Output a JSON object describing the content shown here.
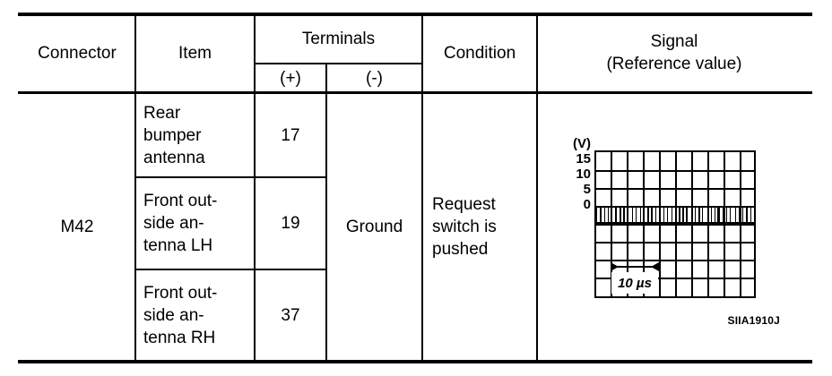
{
  "table": {
    "headers": {
      "connector": "Connector",
      "item": "Item",
      "terminals": "Terminals",
      "terminal_plus": "(+)",
      "terminal_minus": "(-)",
      "condition": "Condition",
      "signal_line1": "Signal",
      "signal_line2": "(Reference value)"
    },
    "body": {
      "connector": "M42",
      "terminal_minus_value": "Ground",
      "condition_line1": "Request",
      "condition_line2": "switch is",
      "condition_line3": "pushed",
      "rows": [
        {
          "item_line1": "Rear",
          "item_line2": "bumper",
          "item_line3": "antenna",
          "terminal_plus": "17"
        },
        {
          "item_line1": "Front out-",
          "item_line2": "side an-",
          "item_line3": "tenna LH",
          "terminal_plus": "19"
        },
        {
          "item_line1": "Front out-",
          "item_line2": "side an-",
          "item_line3": "tenna RH",
          "terminal_plus": "37"
        }
      ]
    }
  },
  "scope": {
    "unit_label": "(V)",
    "y_ticks": [
      "15",
      "10",
      "5",
      "0"
    ],
    "time_label": "10 µs",
    "figure_id": "SIIA1910J"
  },
  "chart_data": {
    "type": "line",
    "title": "",
    "subtitle": "",
    "xlabel": "10 µs",
    "ylabel": "(V)",
    "ylim": [
      -15,
      20
    ],
    "yticks": [
      15,
      10,
      5,
      0
    ],
    "grid": true,
    "legend": "none",
    "grid_columns": 10,
    "grid_rows": 8,
    "time_per_division": "10 µs",
    "description": "Square-wave pulse train oscillating between 0 V and approximately 5 V, dense burst filling the full horizontal sweep",
    "signal_low_v": 0,
    "signal_high_v": 5,
    "series": [
      {
        "name": "Request switch signal",
        "waveform": "pulse-train",
        "duty_pattern": [
          3,
          2,
          5,
          2,
          3,
          3,
          2,
          4,
          2,
          3,
          5,
          2,
          3,
          2,
          4,
          3,
          2,
          5,
          3,
          2,
          3,
          4,
          2,
          3,
          2,
          5,
          3,
          2,
          4,
          3,
          2,
          3,
          5,
          2,
          3,
          2,
          4,
          3,
          2,
          5,
          2,
          3,
          3,
          2,
          4,
          2,
          3,
          5,
          2,
          3,
          2,
          4,
          3,
          2,
          3,
          5,
          2,
          4,
          3,
          2,
          3,
          2,
          5,
          3,
          2,
          4,
          2,
          3,
          3,
          5,
          2,
          3,
          2,
          4,
          3,
          2,
          5,
          2,
          3,
          3
        ]
      }
    ]
  }
}
